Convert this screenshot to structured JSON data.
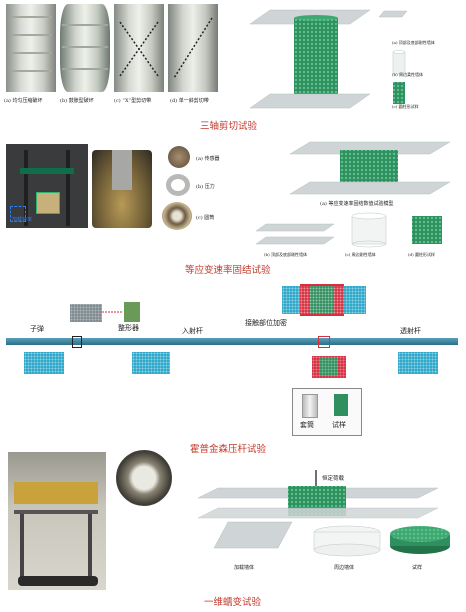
{
  "section1": {
    "photo_captions": [
      "(a) 均匀压缩破坏",
      "(b) 鼓胀型破坏",
      "(c) “X”型剪切带",
      "(d) 单一斜剪切带"
    ],
    "legend": [
      "(a) 顶部及底部刚性墙体",
      "(b) 周边柔性墙体",
      "(c) 圆柱形试样"
    ],
    "title": "三轴剪切试验"
  },
  "section2": {
    "photo_labels": [
      "(a) 传感器",
      "(b) 压力",
      "(c) 圆筒",
      "加载速率"
    ],
    "model_caption": "(a) 等应变速率固结数值试验模型",
    "sub_captions": [
      "(b) 顶部及底部刚性墙体",
      "(c) 周边刚性墙体",
      "(d) 圆柱形试样"
    ],
    "title": "等应变速率固结试验"
  },
  "section3": {
    "labels": {
      "bullet": "子弹",
      "shaper": "整形器",
      "incident": "入射杆",
      "contact": "接触部位加密",
      "transmission": "透射杆",
      "sleeve": "套筒",
      "specimen": "试样"
    },
    "title": "霍普金森压杆试验"
  },
  "section4": {
    "load_label": "恒定荷载",
    "captions": [
      "加载墙体",
      "周边墙体",
      "试样"
    ],
    "title": "一维蠕变试验"
  }
}
